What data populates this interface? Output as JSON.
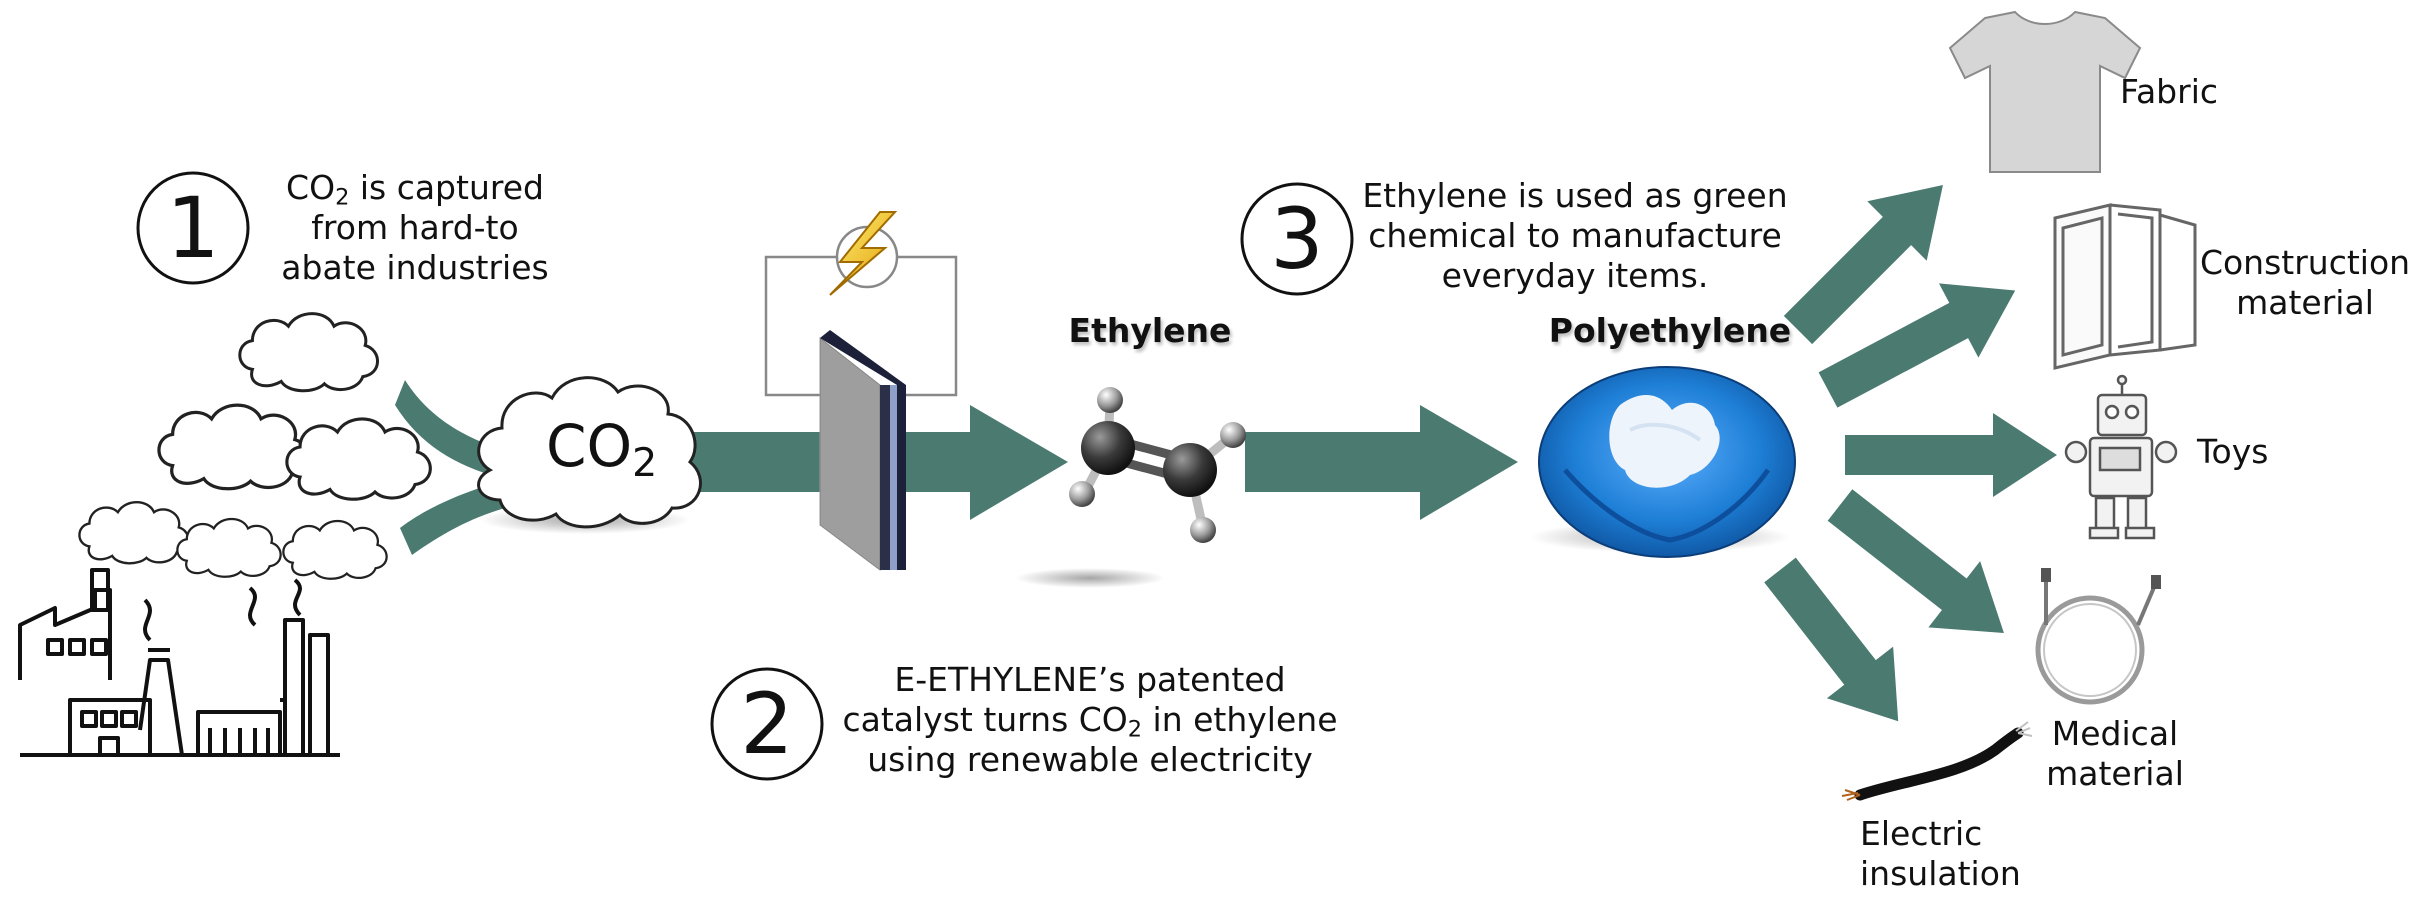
{
  "steps": [
    {
      "number": "1",
      "lines": [
        "is captured",
        "from hard-to",
        "abate industries"
      ],
      "co2_prefix": "CO",
      "co2_sub": "2"
    },
    {
      "number": "2",
      "line1": "E-ETHYLENE’s patented",
      "line2_a": "catalyst turns CO",
      "line2_sub": "2",
      "line2_b": " in ethylene",
      "line3": "using renewable electricity"
    },
    {
      "number": "3",
      "lines": [
        "Ethylene is used as green",
        "chemical to manufacture",
        "everyday items."
      ]
    }
  ],
  "cloud_label": {
    "main": "CO",
    "sub": "2"
  },
  "ethylene_label": "Ethylene",
  "polyethylene_label": "Polyethylene",
  "products": [
    {
      "lines": [
        "Fabric"
      ],
      "icon": "t-shirt-icon"
    },
    {
      "lines": [
        "Construction",
        "material"
      ],
      "icon": "window-frame-icon"
    },
    {
      "lines": [
        "Toys"
      ],
      "icon": "robot-toy-icon"
    },
    {
      "lines": [
        "Medical",
        "material"
      ],
      "icon": "tubing-coil-icon"
    },
    {
      "lines": [
        "Electric",
        "insulation"
      ],
      "icon": "cable-icon"
    }
  ],
  "colors": {
    "arrow": "#4a7a70",
    "bolt": "#f4c20d",
    "glove_blue": "#1e7fd6",
    "electrode": "#3a3f55"
  }
}
